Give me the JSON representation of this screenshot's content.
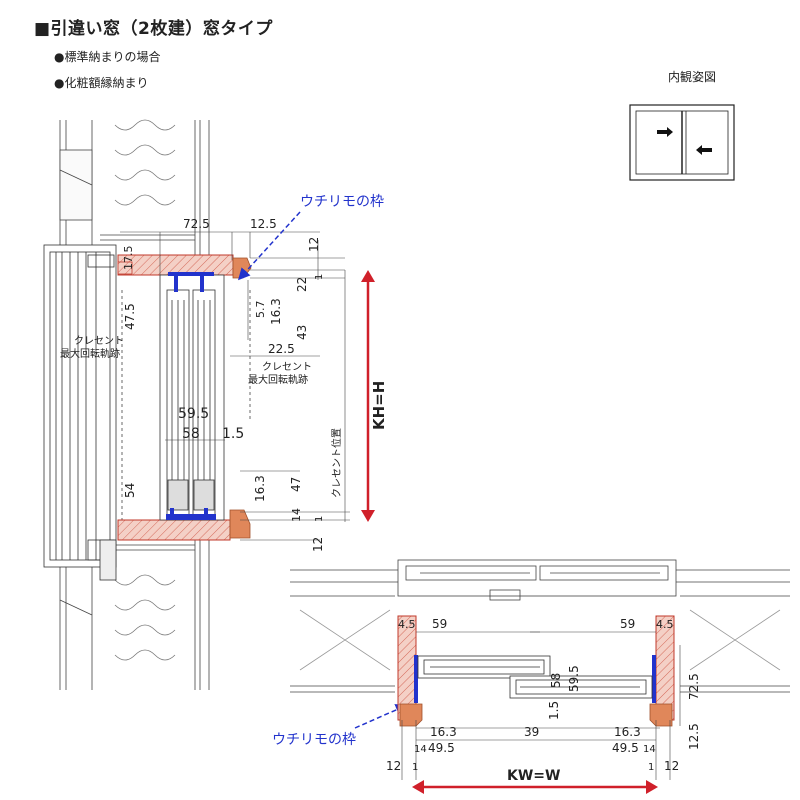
{
  "header": {
    "title": "■引違い窓（2枚建）窓タイプ",
    "note1": "●標準納まりの場合",
    "note2": "●化粧額縁納まり"
  },
  "interior_view": {
    "label": "内観姿図"
  },
  "callouts": {
    "frame_top": "ウチリモの枠",
    "frame_bottom": "ウチリモの枠"
  },
  "section_vertical": {
    "kh": "KH=H",
    "crescent_left": "クレセント",
    "crescent_left2": "最大回転軌跡",
    "crescent_mid": "クレセント",
    "crescent_mid2": "最大回転軌跡",
    "crescent_pos": "クレセント位置",
    "d725": "72.5",
    "d125": "12.5",
    "d12a": "12",
    "d175": "17.5",
    "d22": "22",
    "d1a": "1",
    "d57": "5.7",
    "d163a": "16.3",
    "d43": "43",
    "d475": "47.5",
    "d225": "22.5",
    "d595": "59.5",
    "d58": "58",
    "d15": "1.5",
    "d54": "54",
    "d163b": "16.3",
    "d47": "47",
    "d14": "14",
    "d1b": "1",
    "d12b": "12"
  },
  "section_horizontal": {
    "kw": "KW=W",
    "d45l": "4.5",
    "d45r": "4.5",
    "d59l": "59",
    "d59r": "59",
    "d58": "58",
    "d595": "59.5",
    "d15": "1.5",
    "d725": "72.5",
    "d163l": "16.3",
    "d495l": "49.5",
    "d14l": "14",
    "d39": "39",
    "d163r": "16.3",
    "d495r": "49.5",
    "d14r": "14",
    "d125": "12.5",
    "d12l": "12",
    "d1l": "1",
    "d1r": "1",
    "d12r": "12"
  },
  "colors": {
    "frame_fill": "#f2c7bd",
    "frame_stroke": "#c0392b",
    "arrow_red": "#d0202a",
    "blue": "#2233cc",
    "orange": "#e0875a"
  }
}
